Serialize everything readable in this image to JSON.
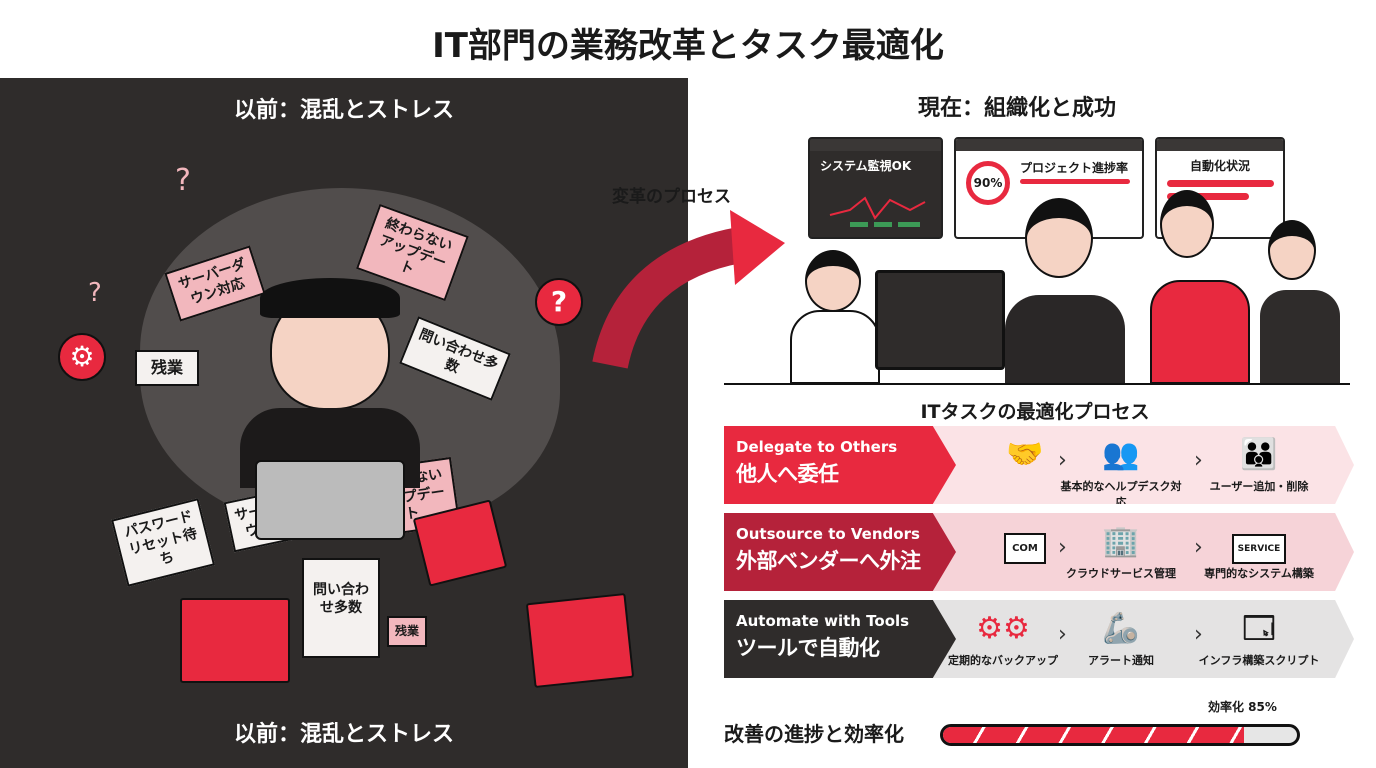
{
  "title": "IT部門の業務改革とタスク最適化",
  "left": {
    "heading_top": "以前：混乱とストレス",
    "heading_bottom": "以前：混乱とストレス",
    "notes": [
      "サーバーダウン対応",
      "終わらないアップデート",
      "残業",
      "問い合わせ多数",
      "パスワードリセット待ち",
      "サーバーダウン対応",
      "終わらないアップデート",
      "問い合わせ多数",
      "残業"
    ]
  },
  "arrow_label": "変革のプロセス",
  "right": {
    "heading": "現在：組織化と成功",
    "screens": {
      "monitor": "システム監視OK",
      "project": "プロジェクト進捗率",
      "project_pct": "90%",
      "automation": "自動化状況"
    },
    "process_title": "ITタスクの最適化プロセス",
    "rows": [
      {
        "en": "Delegate to Others",
        "jp": "他人へ委任",
        "items": [
          "",
          "基本的なヘルプデスク対応",
          "ユーザー追加・削除"
        ]
      },
      {
        "en": "Outsource to Vendors",
        "jp": "外部ベンダーへ外注",
        "items": [
          "",
          "クラウドサービス管理",
          "専門的なシステム構築"
        ],
        "doc_label": "COM",
        "service_label": "SERVICE"
      },
      {
        "en": "Automate with Tools",
        "jp": "ツールで自動化",
        "items": [
          "定期的なバックアップ",
          "アラート通知",
          "インフラ構築スクリプト"
        ]
      }
    ],
    "progress": {
      "label": "改善の進捗と効率化",
      "value_label": "効率化 85%",
      "value": 85
    }
  },
  "colors": {
    "accent": "#e8293f",
    "dark": "#2f2c2b",
    "maroon": "#b5223a"
  }
}
